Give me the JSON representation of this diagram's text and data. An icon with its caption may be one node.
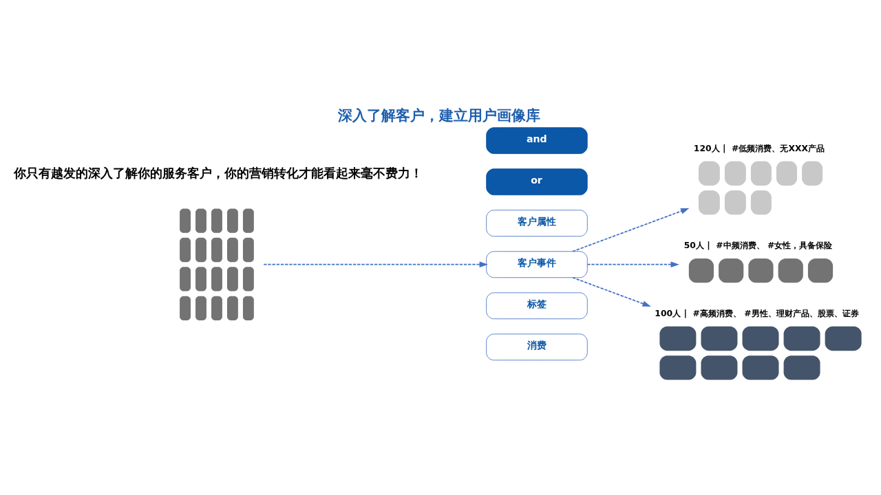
{
  "diagram": {
    "title": "深入了解客户，建立用户画像库",
    "caption": "你只有越发的深入了解你的服务客户，你的营销转化才能看起来毫不费力！",
    "nodes": [
      {
        "text": [],
        "shape": "person"
      },
      {
        "text": [
          "and"
        ]
      },
      {
        "text": [
          "or"
        ]
      },
      {
        "text": [
          "客户属性"
        ]
      },
      {
        "text": [
          "客户事件"
        ]
      },
      {
        "text": [
          "标签"
        ]
      },
      {
        "text": [
          "消费"
        ]
      },
      {
        "text": [
          "120人 |  #低频消费、无XXX产品"
        ]
      },
      {
        "text": [
          "50人 |  #中频消费、 #女性，具备保险"
        ]
      },
      {
        "text": [
          "100人 |  #高频消费、 #男性、理财产品、股票、证券"
        ]
      }
    ],
    "edges": [
      {
        "from": 0,
        "to": 4,
        "arrow": "to",
        "style": "dashed"
      },
      {
        "from": 4,
        "to": 7,
        "arrow": "to",
        "style": "dashed"
      },
      {
        "from": 4,
        "to": 8,
        "arrow": "to",
        "style": "dashed"
      },
      {
        "from": 4,
        "to": 9,
        "arrow": "to",
        "style": "dashed"
      }
    ]
  }
}
